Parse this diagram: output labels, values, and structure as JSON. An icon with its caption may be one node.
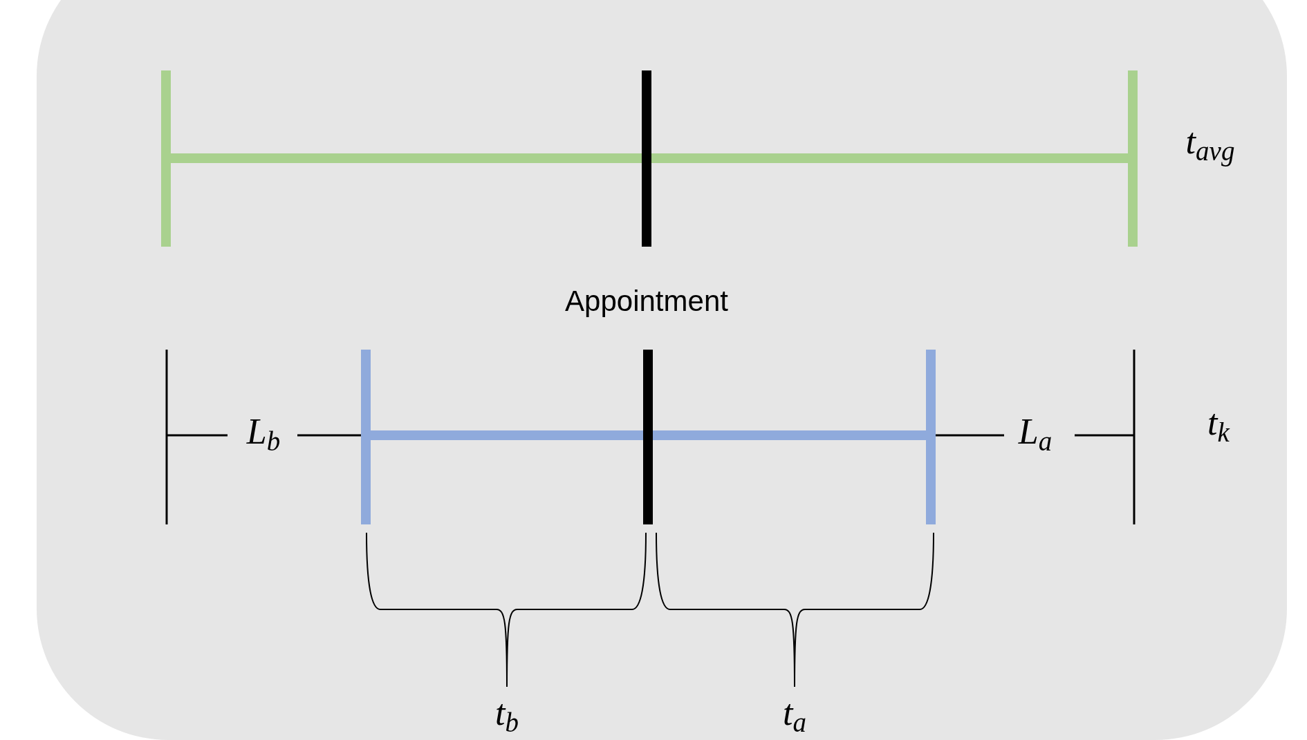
{
  "diagram": {
    "labels": [
      "t$_{avg}$",
      "Appointment",
      "L$_{b}$",
      "L$_{a}$",
      "t$_{k}$",
      "t$_{b}$",
      "t$_{a}$"
    ]
  }
}
